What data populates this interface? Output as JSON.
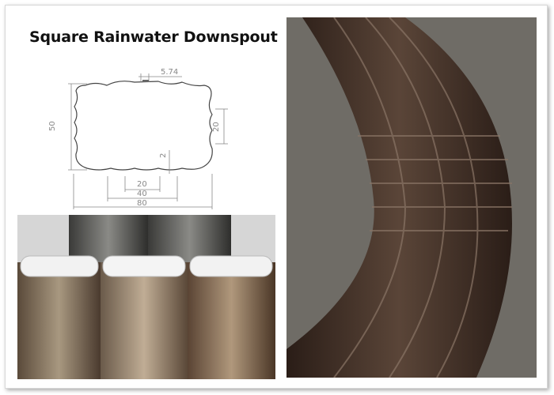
{
  "title": "Square Rainwater Downspout",
  "dimensions": {
    "top_gap": "5.74",
    "height": "50",
    "side_rib": "20",
    "rib_depth": "2",
    "inner_pitch": "20",
    "mid_span": "40",
    "width": "80"
  },
  "colors": {
    "line": "#555555",
    "dim": "#888888",
    "bronze": "#3a2a22"
  }
}
